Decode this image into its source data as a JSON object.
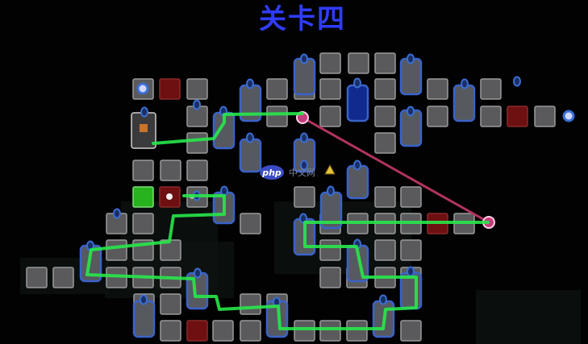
{
  "title": "关卡四",
  "watermark": {
    "logo": "php",
    "text": "中文网"
  },
  "colors": {
    "background": "#020203",
    "room": "#5a5a5c",
    "room_border": "#9a9a9c",
    "tall_room": "#56595f",
    "tall_border": "#3a62c9",
    "red_room": "#6e0f12",
    "green_room": "#27b31d",
    "blue_room": "#112a8e",
    "door": "#3c6ed2",
    "route": "#27e84a",
    "teleport_line": "#b2335f",
    "title": "#2f3cff"
  },
  "icons": {
    "start_portal": "portal-icon",
    "exit_portal": "portal-icon",
    "teleporter": "teleporter-icon",
    "shop": "shop-icon",
    "warning": "warning-icon",
    "chest": "chest-icon",
    "item": "item-icon"
  }
}
